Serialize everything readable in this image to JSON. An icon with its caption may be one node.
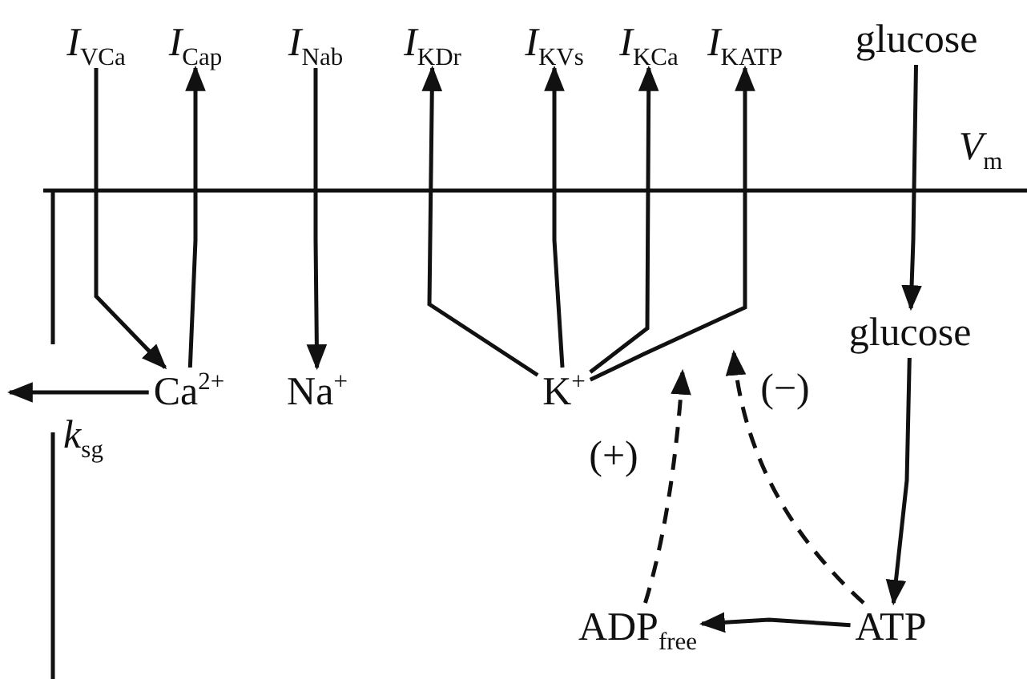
{
  "diagram": {
    "nodes": [
      {
        "text": [
          "*I*$_{VCa}$"
        ]
      },
      {
        "text": [
          "*I*$_{Cap}$"
        ]
      },
      {
        "text": [
          "*I*$_{Nab}$"
        ]
      },
      {
        "text": [
          "*I*$_{KDr}$"
        ]
      },
      {
        "text": [
          "*I*$_{KVs}$"
        ]
      },
      {
        "text": [
          "*I*$_{KCa}$"
        ]
      },
      {
        "text": [
          "*I*$_{KATP}$"
        ]
      },
      {
        "text": [
          "glucose"
        ]
      },
      {
        "text": [
          "glucose"
        ]
      },
      {
        "text": [
          "Ca$^{2+}$"
        ]
      },
      {
        "text": [
          "Na$^{+}$"
        ]
      },
      {
        "text": [
          "K$^{+}$"
        ]
      },
      {
        "text": [
          "ADP$_{free}$"
        ]
      },
      {
        "text": [
          "ATP"
        ]
      }
    ],
    "edges": [
      {
        "from": 0,
        "to": 9,
        "arrow": "to"
      },
      {
        "from": 9,
        "to": 1,
        "arrow": "to"
      },
      {
        "from": 2,
        "to": 10,
        "arrow": "to"
      },
      {
        "from": 11,
        "to": 3,
        "arrow": "to"
      },
      {
        "from": 11,
        "to": 4,
        "arrow": "to"
      },
      {
        "from": 11,
        "to": 5,
        "arrow": "to"
      },
      {
        "from": 11,
        "to": 6,
        "arrow": "to"
      },
      {
        "from": 7,
        "to": 8,
        "arrow": "to"
      },
      {
        "from": 8,
        "to": 13,
        "arrow": "to"
      },
      {
        "from": 13,
        "to": 12,
        "arrow": "to"
      },
      {
        "from": 12,
        "to": null,
        "arrow": "to",
        "style": "dashed",
        "label": "(+)"
      },
      {
        "from": 13,
        "to": null,
        "arrow": "to",
        "style": "dashed",
        "label": "(−)"
      },
      {
        "from": 9,
        "to": null,
        "arrow": "to"
      }
    ],
    "labels": [
      "*V*$_{m}$",
      "*k*$_{sg}$"
    ]
  }
}
